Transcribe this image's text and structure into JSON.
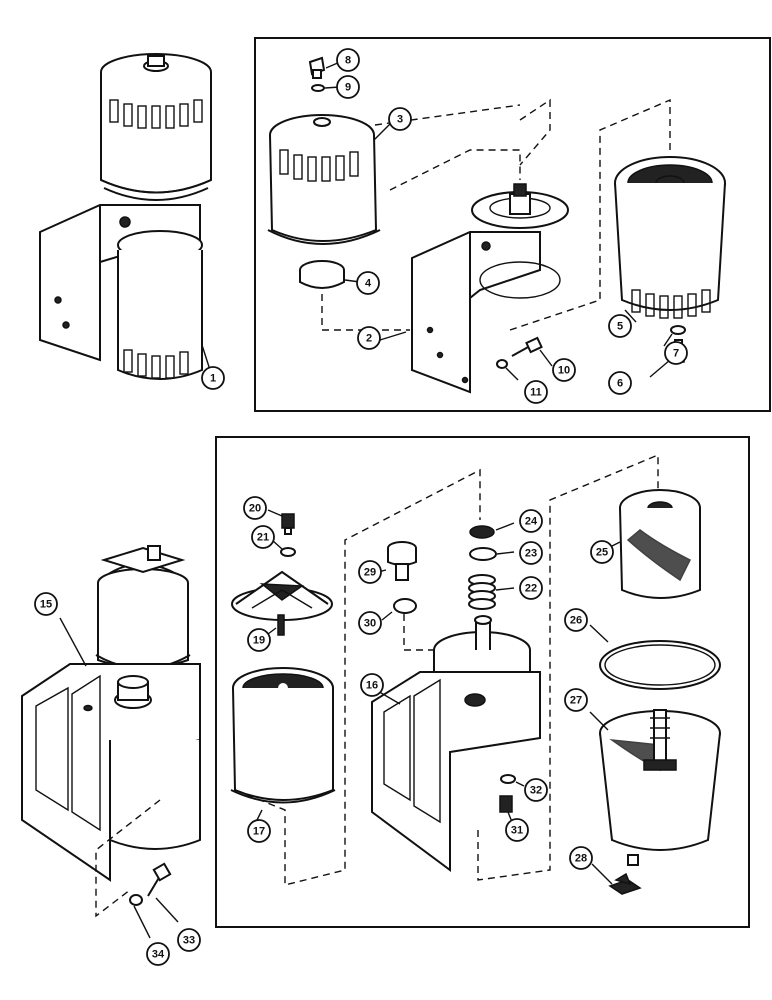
{
  "callouts": [
    {
      "id": "c1",
      "label": "1"
    },
    {
      "id": "c2",
      "label": "2"
    },
    {
      "id": "c3",
      "label": "3"
    },
    {
      "id": "c4",
      "label": "4"
    },
    {
      "id": "c5",
      "label": "5"
    },
    {
      "id": "c6",
      "label": "6"
    },
    {
      "id": "c7",
      "label": "7"
    },
    {
      "id": "c8",
      "label": "8"
    },
    {
      "id": "c9",
      "label": "9"
    },
    {
      "id": "c10",
      "label": "10"
    },
    {
      "id": "c11",
      "label": "11"
    },
    {
      "id": "c15",
      "label": "15"
    },
    {
      "id": "c16",
      "label": "16"
    },
    {
      "id": "c17",
      "label": "17"
    },
    {
      "id": "c19",
      "label": "19"
    },
    {
      "id": "c20",
      "label": "20"
    },
    {
      "id": "c21",
      "label": "21"
    },
    {
      "id": "c22",
      "label": "22"
    },
    {
      "id": "c23",
      "label": "23"
    },
    {
      "id": "c24",
      "label": "24"
    },
    {
      "id": "c25",
      "label": "25"
    },
    {
      "id": "c26",
      "label": "26"
    },
    {
      "id": "c27",
      "label": "27"
    },
    {
      "id": "c28",
      "label": "28"
    },
    {
      "id": "c29",
      "label": "29"
    },
    {
      "id": "c30",
      "label": "30"
    },
    {
      "id": "c31",
      "label": "31"
    },
    {
      "id": "c32",
      "label": "32"
    },
    {
      "id": "c33",
      "label": "33"
    },
    {
      "id": "c34",
      "label": "34"
    }
  ]
}
